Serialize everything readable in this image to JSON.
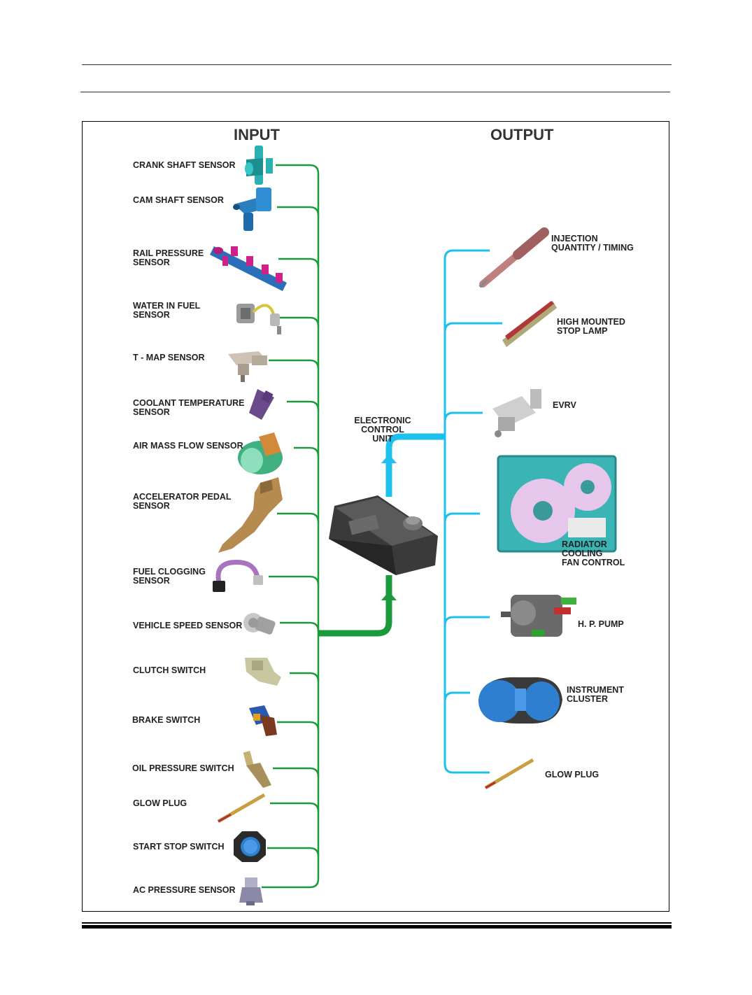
{
  "headers": {
    "input": "INPUT",
    "output": "OUTPUT"
  },
  "ecu": {
    "label": "ELECTRONIC CONTROL\nUNIT"
  },
  "inputs": [
    {
      "label": "CRANK SHAFT SENSOR",
      "icon": "crank-shaft-sensor-icon"
    },
    {
      "label": "CAM SHAFT SENSOR",
      "icon": "cam-shaft-sensor-icon"
    },
    {
      "label": "RAIL PRESSURE\nSENSOR",
      "icon": "rail-pressure-sensor-icon"
    },
    {
      "label": "WATER IN FUEL\nSENSOR",
      "icon": "water-in-fuel-sensor-icon"
    },
    {
      "label": "T - MAP SENSOR",
      "icon": "t-map-sensor-icon"
    },
    {
      "label": "COOLANT TEMPERATURE\nSENSOR",
      "icon": "coolant-temperature-sensor-icon"
    },
    {
      "label": "AIR MASS FLOW SENSOR",
      "icon": "air-mass-flow-sensor-icon"
    },
    {
      "label": "ACCELERATOR PEDAL\nSENSOR",
      "icon": "accelerator-pedal-sensor-icon"
    },
    {
      "label": "FUEL CLOGGING\nSENSOR",
      "icon": "fuel-clogging-sensor-icon"
    },
    {
      "label": "VEHICLE SPEED SENSOR",
      "icon": "vehicle-speed-sensor-icon"
    },
    {
      "label": "CLUTCH SWITCH",
      "icon": "clutch-switch-icon"
    },
    {
      "label": "BRAKE SWITCH",
      "icon": "brake-switch-icon"
    },
    {
      "label": "OIL PRESSURE SWITCH",
      "icon": "oil-pressure-switch-icon"
    },
    {
      "label": "GLOW PLUG",
      "icon": "glow-plug-icon"
    },
    {
      "label": "START STOP SWITCH",
      "icon": "start-stop-switch-icon"
    },
    {
      "label": "AC PRESSURE SENSOR",
      "icon": "ac-pressure-sensor-icon"
    }
  ],
  "outputs": [
    {
      "label": "INJECTION\nQUANTITY / TIMING",
      "icon": "injector-icon"
    },
    {
      "label": "HIGH MOUNTED\nSTOP LAMP",
      "icon": "stop-lamp-icon"
    },
    {
      "label": "EVRV",
      "icon": "evrv-valve-icon"
    },
    {
      "label": "RADIATOR\nCOOLING\nFAN CONTROL",
      "icon": "radiator-fan-icon"
    },
    {
      "label": "H. P. PUMP",
      "icon": "hp-pump-icon"
    },
    {
      "label": "INSTRUMENT\nCLUSTER",
      "icon": "instrument-cluster-icon"
    },
    {
      "label": "GLOW PLUG",
      "icon": "glow-plug-output-icon"
    }
  ],
  "colors": {
    "input_line": "#1a9a3a",
    "output_line": "#1ec0ee",
    "frame": "#000000"
  }
}
